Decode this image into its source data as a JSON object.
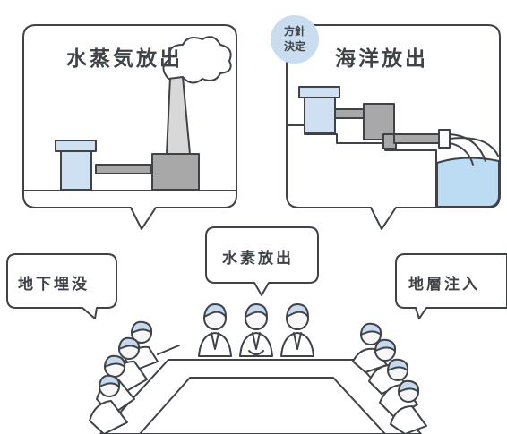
{
  "colors": {
    "outline": "#3f4347",
    "water_blue": "#bcdcf4",
    "building_blue": "#cfe0f2",
    "chimney_gray": "#d8d8d8",
    "pipe_gray": "#a8a8a8",
    "badge_blue": "#c9dcf0",
    "skin": "#f7f7f7",
    "hair_blue": "#c6d9ee"
  },
  "bubbles": {
    "steam": {
      "label": "水蒸気放出"
    },
    "ocean": {
      "label": "海洋放出"
    },
    "underground": {
      "label": "地下埋没"
    },
    "hydrogen": {
      "label": "水素放出"
    },
    "stratum": {
      "label": "地層注入"
    }
  },
  "badge": {
    "line1": "方針",
    "line2": "決定"
  },
  "icons": [
    "factory-chimney-icon",
    "ocean-outflow-icon",
    "meeting-people-icon",
    "conference-table-icon"
  ]
}
